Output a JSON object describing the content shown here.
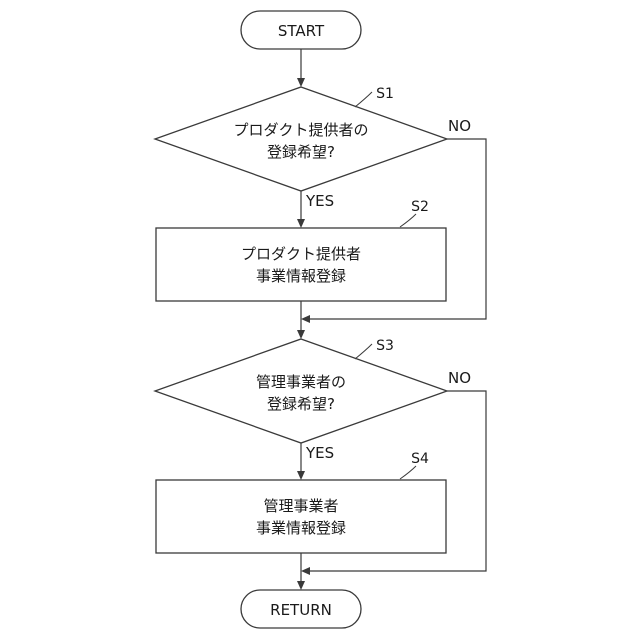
{
  "start_label": "START",
  "return_label": "RETURN",
  "step1": {
    "tag": "S1",
    "line1": "プロダクト提供者の",
    "line2": "登録希望?",
    "yes": "YES",
    "no": "NO"
  },
  "step2": {
    "tag": "S2",
    "line1": "プロダクト提供者",
    "line2": "事業情報登録"
  },
  "step3": {
    "tag": "S3",
    "line1": "管理事業者の",
    "line2": "登録希望?",
    "yes": "YES",
    "no": "NO"
  },
  "step4": {
    "tag": "S4",
    "line1": "管理事業者",
    "line2": "事業情報登録"
  }
}
